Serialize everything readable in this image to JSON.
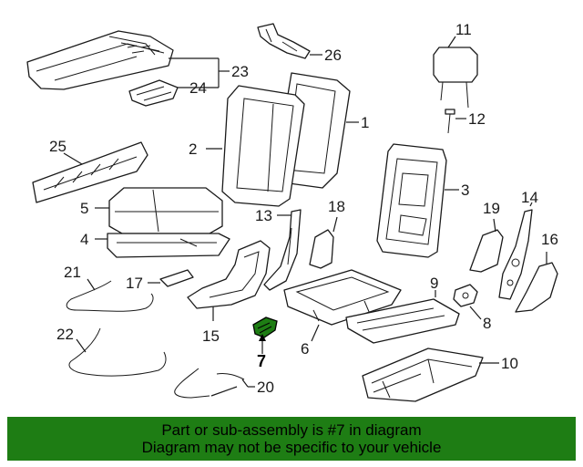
{
  "diagram": {
    "callouts": [
      "1",
      "2",
      "3",
      "4",
      "5",
      "6",
      "7",
      "8",
      "9",
      "10",
      "11",
      "12",
      "13",
      "14",
      "15",
      "16",
      "17",
      "18",
      "19",
      "20",
      "21",
      "22",
      "23",
      "24",
      "25",
      "26"
    ],
    "highlighted_part": "7",
    "highlight_color": "#1e7d14"
  },
  "banner": {
    "line1": "Part or sub-assembly is #7 in diagram",
    "line2": "Diagram may not be specific to your vehicle",
    "background": "#1e7d14"
  }
}
